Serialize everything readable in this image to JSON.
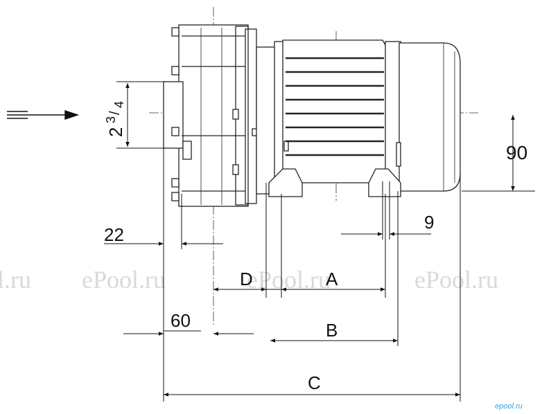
{
  "dimensions": {
    "inlet_whole": "2",
    "inlet_num": "3",
    "inlet_den": "4",
    "height": "90",
    "foot": "9",
    "offset": "22",
    "spacing": "60",
    "d": "D",
    "a": "A",
    "b": "B",
    "c": "C"
  },
  "watermarks": [
    "l.ru",
    "ePool.ru",
    "ePool.ru",
    "ePool.ru"
  ],
  "logo": "epool.ru",
  "colors": {
    "line": "#222222",
    "watermark": "#d9d9d9",
    "logo": "#3aa0d8"
  }
}
